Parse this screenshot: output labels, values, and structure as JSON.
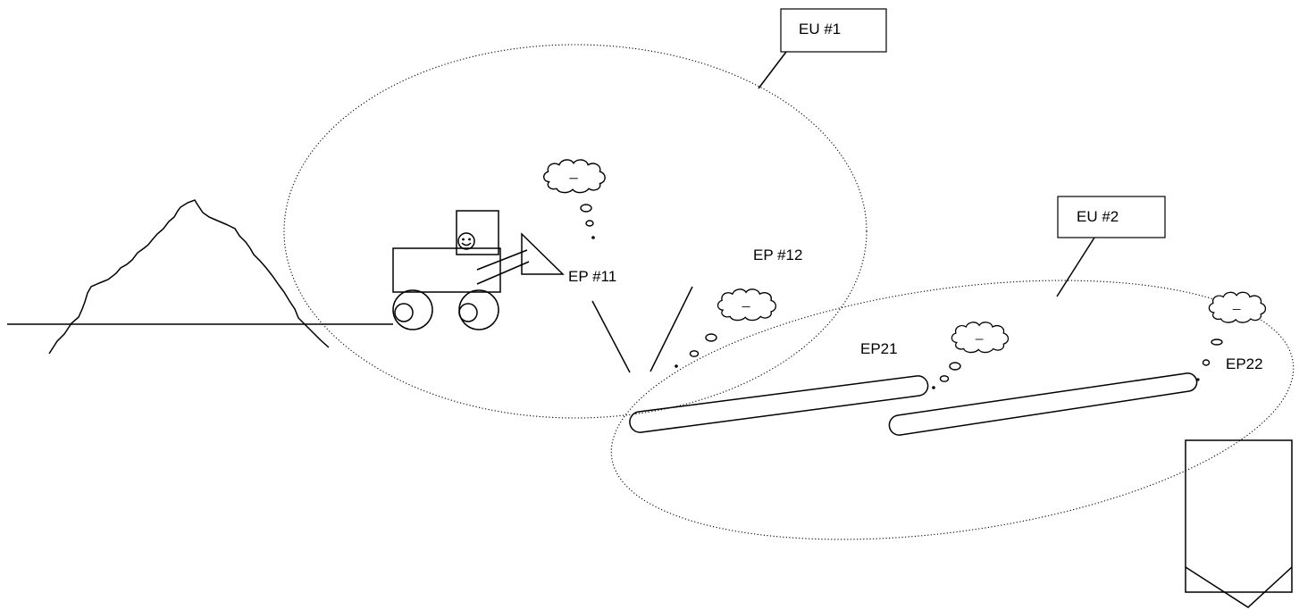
{
  "labels": {
    "eu1": "EU #1",
    "eu2": "EU #2",
    "ep11": "EP #11",
    "ep12": "EP #12",
    "ep21": "EP21",
    "ep22": "EP22"
  },
  "icons": [
    "pile-icon",
    "loader-icon",
    "smiley-face-icon",
    "cloud-icon",
    "conveyor-belt-icon",
    "hopper-icon"
  ]
}
